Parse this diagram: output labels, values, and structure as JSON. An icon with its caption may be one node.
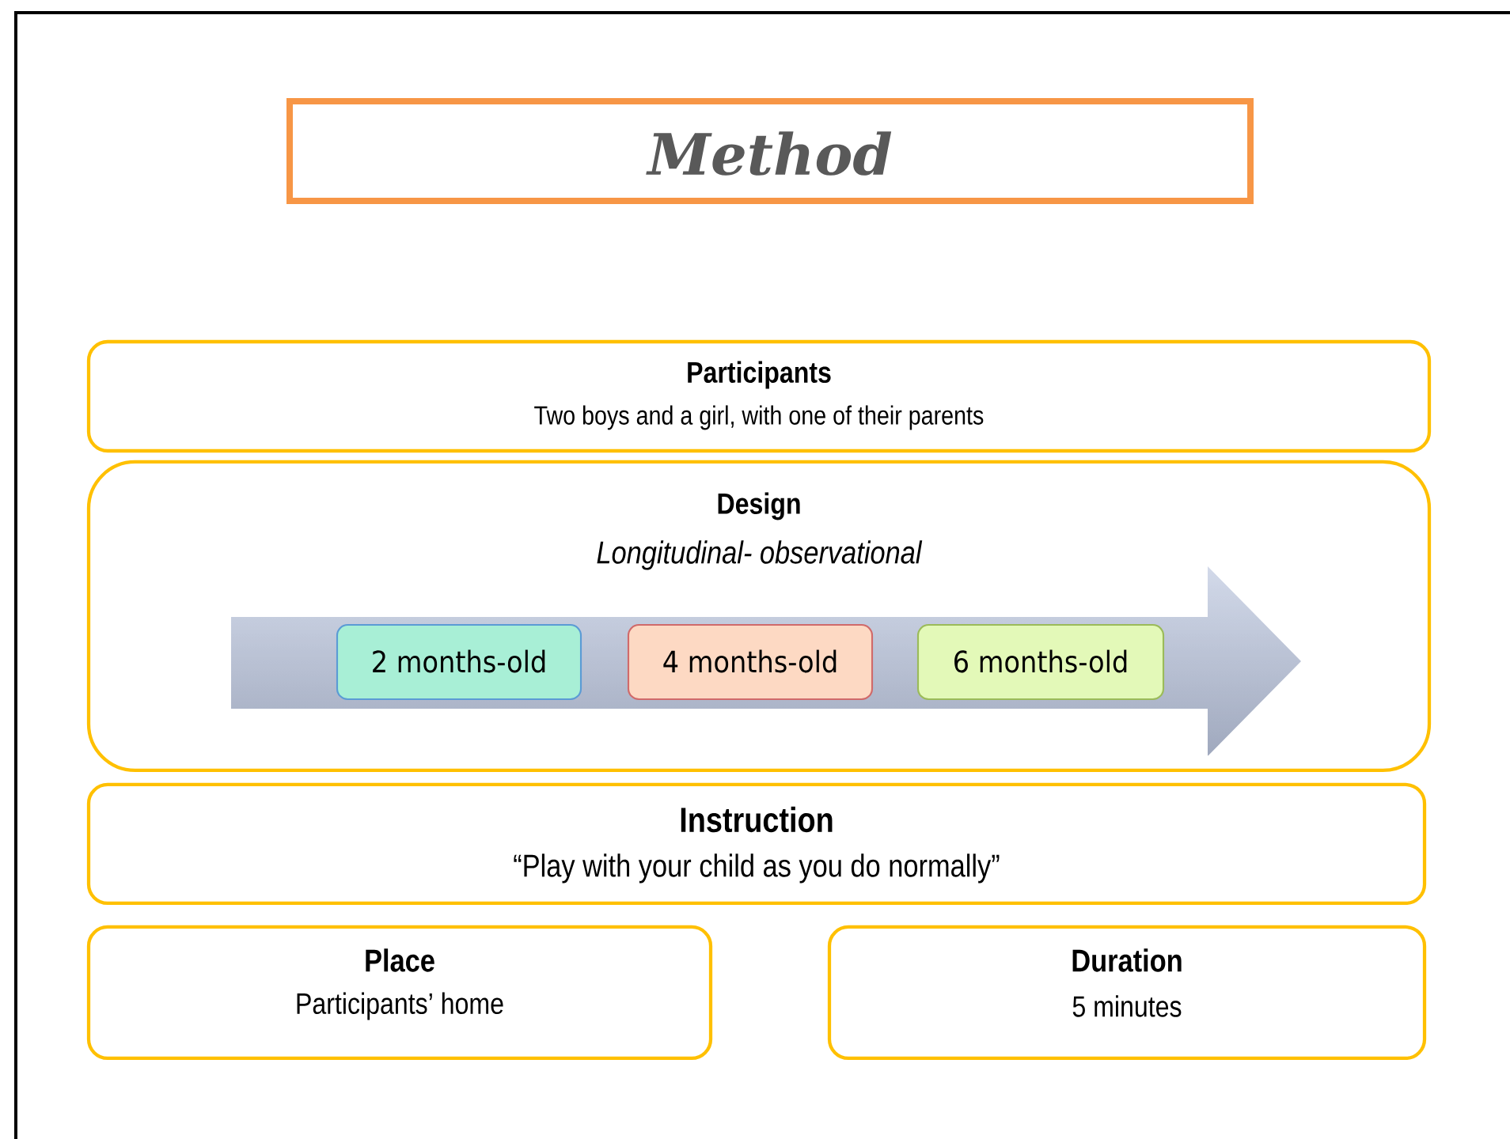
{
  "diagram": {
    "nodes": [
      {
        "text": [
          "Method"
        ]
      },
      {
        "text": [
          "Participants",
          "Two boys and a girl, with one of their parents"
        ]
      },
      {
        "text": [
          "Design",
          "Longitudinal- observational"
        ]
      },
      {
        "text": [
          "2 months-old"
        ],
        "in": 2
      },
      {
        "text": [
          "4 months-old"
        ],
        "in": 2
      },
      {
        "text": [
          "6 months-old"
        ],
        "in": 2
      },
      {
        "text": [
          "Instruction",
          "“Play with your child as you do normally”"
        ]
      },
      {
        "text": [
          "Place",
          "Participants’ home"
        ]
      },
      {
        "text": [
          "Duration",
          "5 minutes"
        ]
      }
    ]
  }
}
